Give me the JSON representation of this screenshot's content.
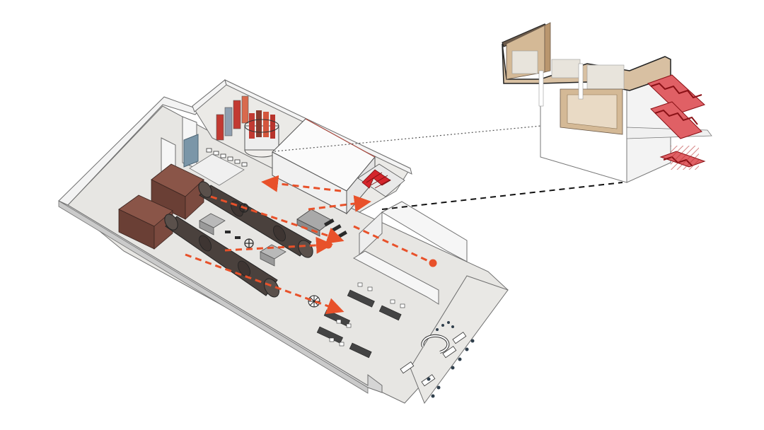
{
  "colors": {
    "background": "#ffffff",
    "floor": "#e7e6e3",
    "wall_top": "#f6f6f6",
    "wall_side": "#cfcfcf",
    "outline": "#6f6f6f",
    "flow_arrow": "#e8512a",
    "kiln": "#8a5548",
    "kiln_dark": "#6a3f35",
    "tube": "#4a413d",
    "stair_red": "#d4252c",
    "wood": "#cdae8a",
    "glass": "#7b96a8"
  },
  "plan": {
    "flow_lines": 5,
    "flow_dots": 2,
    "stairs": 2,
    "kiln_tubes": 2,
    "office_tables": 5,
    "reception_desk": 1
  },
  "section": {
    "levels": 3,
    "red_stairs": 3
  },
  "connectors": {
    "upper": "dotted",
    "lower": "dashed"
  }
}
